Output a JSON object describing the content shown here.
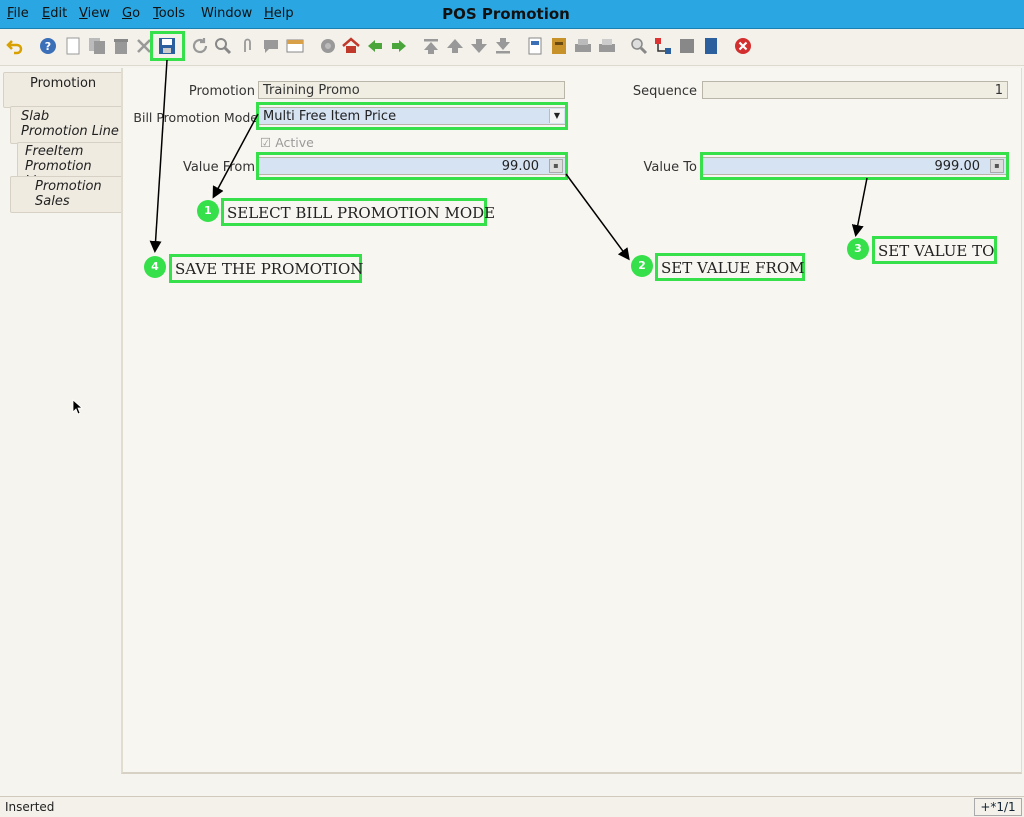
{
  "menu": {
    "file": {
      "u": "F",
      "rest": "ile"
    },
    "edit": {
      "u": "E",
      "rest": "dit"
    },
    "view": {
      "u": "V",
      "rest": "iew"
    },
    "go": {
      "u": "G",
      "rest": "o"
    },
    "tools": {
      "u": "T",
      "rest": "ools"
    },
    "window": "Window",
    "help": {
      "u": "H",
      "rest": "elp"
    }
  },
  "window_title": "POS Promotion",
  "tabs": {
    "promotion": "Promotion",
    "slab": [
      "Slab",
      "Promotion Line"
    ],
    "freeitem": [
      "FreeItem",
      "Promotion Line"
    ],
    "sales": [
      "Promotion",
      "Sales"
    ]
  },
  "form": {
    "promotion_label": "Promotion",
    "promotion_value": "Training Promo",
    "sequence_label": "Sequence",
    "sequence_value": "1",
    "mode_label": "Bill Promotion Mode",
    "mode_value": "Multi Free Item Price",
    "active_label": "Active",
    "value_from_label": "Value From",
    "value_from": "99.00",
    "value_to_label": "Value To",
    "value_to": "999.00"
  },
  "annotations": [
    {
      "num": "1",
      "text": "SELECT BILL PROMOTION MODE"
    },
    {
      "num": "2",
      "text": "SET VALUE FROM"
    },
    {
      "num": "3",
      "text": "SET VALUE TO"
    },
    {
      "num": "4",
      "text": "SAVE THE PROMOTION"
    }
  ],
  "status": {
    "text": "Inserted",
    "record": "+*1/1"
  },
  "colors": {
    "titlebar": "#2aa7e3",
    "highlight": "#35e04a",
    "editable_field": "#d5e3f3"
  }
}
